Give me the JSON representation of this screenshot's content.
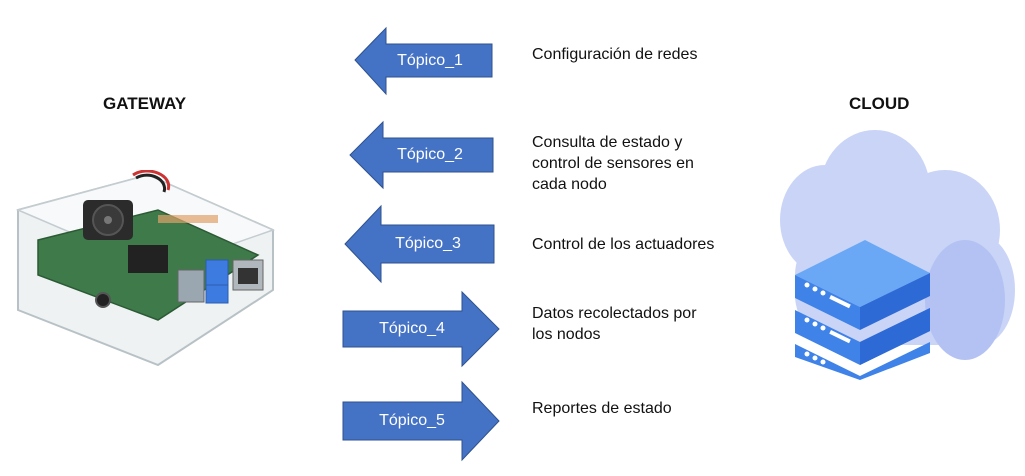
{
  "gateway": {
    "title": "GATEWAY"
  },
  "cloud": {
    "title": "CLOUD"
  },
  "colors": {
    "arrow_fill": "#4472C4",
    "arrow_stroke": "#2F528F",
    "text": "#111111"
  },
  "topics": [
    {
      "label": "Tópico_1",
      "direction": "to-gateway",
      "description": "Configuración de redes"
    },
    {
      "label": "Tópico_2",
      "direction": "to-gateway",
      "description_lines": [
        "Consulta de estado y",
        "control de sensores en",
        "cada nodo"
      ]
    },
    {
      "label": "Tópico_3",
      "direction": "to-gateway",
      "description": "Control de los actuadores"
    },
    {
      "label": "Tópico_4",
      "direction": "to-cloud",
      "description_lines": [
        "Datos recolectados por",
        "los nodos"
      ]
    },
    {
      "label": "Tópico_5",
      "direction": "to-cloud",
      "description": "Reportes de estado"
    }
  ],
  "icons": {
    "gateway_image": "raspberry-pi-case-icon",
    "cloud_image": "cloud-server-icon"
  }
}
